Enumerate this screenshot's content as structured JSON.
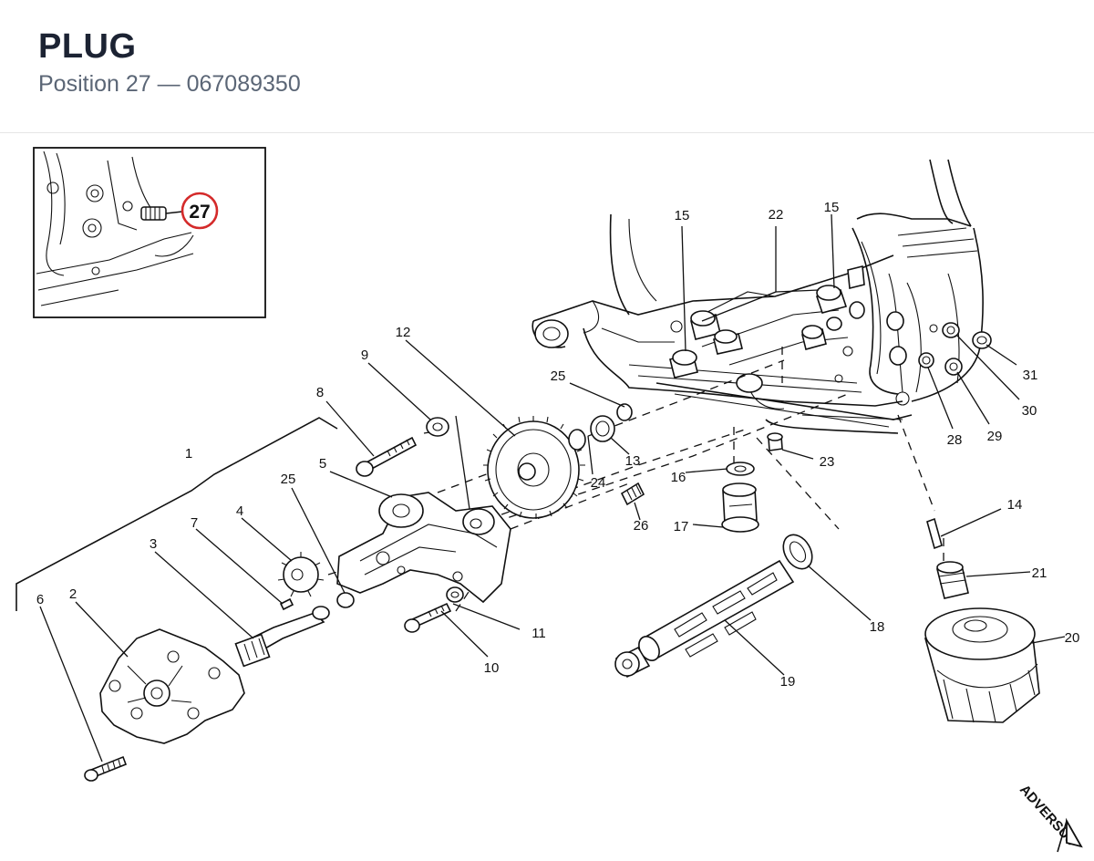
{
  "header": {
    "title": "PLUG",
    "subtitle": "Position 27 — 067089350"
  },
  "inset": {
    "callout": "27"
  },
  "callouts": [
    {
      "id": "p1",
      "label": "1"
    },
    {
      "id": "p2",
      "label": "2"
    },
    {
      "id": "p3",
      "label": "3"
    },
    {
      "id": "p4",
      "label": "4"
    },
    {
      "id": "p5",
      "label": "5"
    },
    {
      "id": "p6",
      "label": "6"
    },
    {
      "id": "p7",
      "label": "7"
    },
    {
      "id": "p8",
      "label": "8"
    },
    {
      "id": "p9",
      "label": "9"
    },
    {
      "id": "p10",
      "label": "10"
    },
    {
      "id": "p11",
      "label": "11"
    },
    {
      "id": "p12",
      "label": "12"
    },
    {
      "id": "p13",
      "label": "13"
    },
    {
      "id": "p14",
      "label": "14"
    },
    {
      "id": "p15a",
      "label": "15"
    },
    {
      "id": "p15b",
      "label": "15"
    },
    {
      "id": "p16",
      "label": "16"
    },
    {
      "id": "p17",
      "label": "17"
    },
    {
      "id": "p18",
      "label": "18"
    },
    {
      "id": "p19",
      "label": "19"
    },
    {
      "id": "p20",
      "label": "20"
    },
    {
      "id": "p21",
      "label": "21"
    },
    {
      "id": "p22",
      "label": "22"
    },
    {
      "id": "p23",
      "label": "23"
    },
    {
      "id": "p24",
      "label": "24"
    },
    {
      "id": "p25a",
      "label": "25"
    },
    {
      "id": "p25b",
      "label": "25"
    },
    {
      "id": "p26",
      "label": "26"
    },
    {
      "id": "p28",
      "label": "28"
    },
    {
      "id": "p29",
      "label": "29"
    },
    {
      "id": "p30",
      "label": "30"
    },
    {
      "id": "p31",
      "label": "31"
    }
  ],
  "brand": {
    "logo_text": "ADVERSUS"
  },
  "colors": {
    "highlight": "#d42a2a",
    "title": "#1c2333",
    "subtitle": "#5b6676",
    "line": "#111111"
  }
}
